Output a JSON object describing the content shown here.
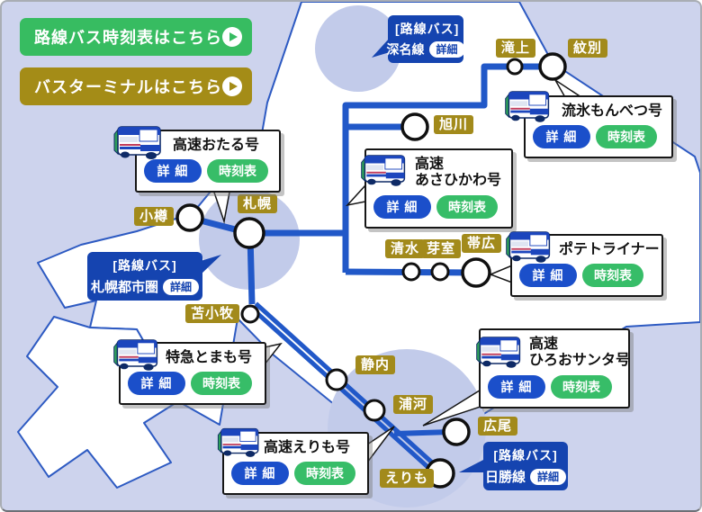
{
  "nav_buttons": [
    {
      "label": "路線バス時刻表はこちら",
      "color": "#37bc61"
    },
    {
      "label": "バスターミナルはこちら",
      "color": "#a48c17"
    }
  ],
  "stations": [
    {
      "name": "滝上"
    },
    {
      "name": "紋別"
    },
    {
      "name": "旭川"
    },
    {
      "name": "小樽"
    },
    {
      "name": "札幌"
    },
    {
      "name": "清水"
    },
    {
      "name": "芽室"
    },
    {
      "name": "帯広"
    },
    {
      "name": "苫小牧"
    },
    {
      "name": "静内"
    },
    {
      "name": "浦河"
    },
    {
      "name": "広尾"
    },
    {
      "name": "えりも"
    }
  ],
  "route_cards": [
    {
      "title": "高速おたる号",
      "title2": "",
      "detail_label": "詳 細",
      "timetable_label": "時刻表"
    },
    {
      "title": "流氷もんべつ号",
      "title2": "",
      "detail_label": "詳 細",
      "timetable_label": "時刻表"
    },
    {
      "title": "高速",
      "title2": "あさひかわ号",
      "detail_label": "詳 細",
      "timetable_label": "時刻表"
    },
    {
      "title": "ポテトライナー",
      "title2": "",
      "detail_label": "詳 細",
      "timetable_label": "時刻表"
    },
    {
      "title": "特急とまも号",
      "title2": "",
      "detail_label": "詳 細",
      "timetable_label": "時刻表"
    },
    {
      "title": "高速",
      "title2": "ひろおサンタ号",
      "detail_label": "詳 細",
      "timetable_label": "時刻表"
    },
    {
      "title": "高速えりも号",
      "title2": "",
      "detail_label": "詳 細",
      "timetable_label": "時刻表"
    }
  ],
  "area_bubbles": [
    {
      "category": "[路線バス]",
      "name": "深名線",
      "detail_label": "詳細"
    },
    {
      "category": "[路線バス]",
      "name": "札幌都市圏",
      "detail_label": "詳細"
    },
    {
      "category": "[路線バス]",
      "name": "日勝線",
      "detail_label": "詳細"
    }
  ],
  "colors": {
    "sea": "#cdd3ed",
    "land": "#ffffff",
    "coastline": "#2d5ac2",
    "region_circle": "#c2cbea",
    "route_line": "#2158c8",
    "station_label_bg": "#a28a1b",
    "bubble_blue": "#1544b0",
    "detail_pill_blue": "#1b4fca",
    "timetable_pill_green": "#37bd68",
    "nav_green": "#37bc61",
    "nav_gold": "#a48c17"
  }
}
